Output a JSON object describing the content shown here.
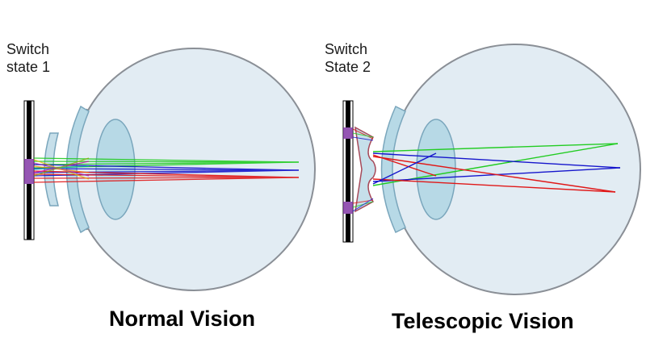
{
  "panels": [
    {
      "switch_line1": "Switch",
      "switch_line2": "state 1",
      "caption": "Normal Vision"
    },
    {
      "switch_line1": "Switch",
      "switch_line2": "State 2",
      "caption": "Telescopic Vision"
    }
  ],
  "colors": {
    "eyeball_fill": "#e2ecf3",
    "eyeball_stroke": "#8a8f96",
    "lens_fill": "#b7d9e6",
    "lens_stroke": "#7aa6bc",
    "ray_green": "#22cc22",
    "ray_blue": "#1515cc",
    "ray_red": "#e01818",
    "aperture": "#000000"
  },
  "icons": [
    "eye-diagram",
    "contact-lens",
    "crystalline-lens",
    "aperture-switch"
  ]
}
